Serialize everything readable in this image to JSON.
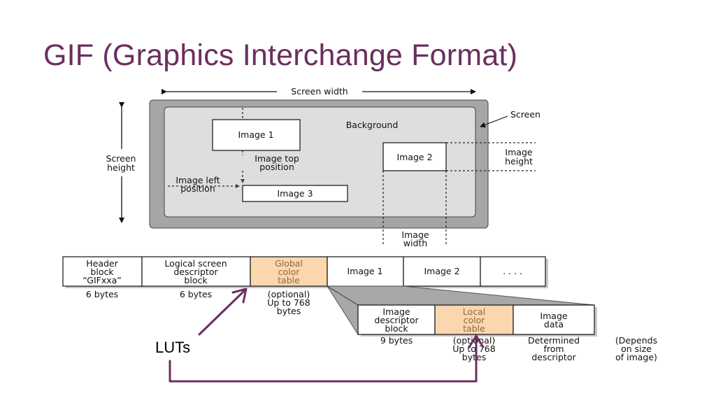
{
  "title": "GIF (Graphics Interchange Format)",
  "screen": {
    "width_label": "Screen width",
    "height_label": [
      "Screen",
      "height"
    ],
    "screen_label": "Screen",
    "background_label": "Background",
    "image1": "Image 1",
    "image2": "Image 2",
    "image3": "Image 3",
    "image_top_position": [
      "Image top",
      "position"
    ],
    "image_left_position": [
      "Image left",
      "position"
    ],
    "image_height": [
      "Image",
      "height"
    ],
    "image_width": [
      "Image",
      "width"
    ]
  },
  "blocks": [
    {
      "lines": [
        "Header",
        "block",
        "“GIFxxa”"
      ],
      "size": [
        "6 bytes"
      ]
    },
    {
      "lines": [
        "Logical screen",
        "descriptor",
        "block"
      ],
      "size": [
        "6 bytes"
      ]
    },
    {
      "lines": [
        "Global",
        "color",
        "table"
      ],
      "size": [
        "(optional)",
        "Up to 768",
        "bytes"
      ]
    },
    {
      "lines": [
        "Image 1"
      ],
      "size": []
    },
    {
      "lines": [
        "Image 2"
      ],
      "size": []
    },
    {
      "lines": [
        ". . . ."
      ],
      "size": []
    }
  ],
  "sub_blocks": [
    {
      "lines": [
        "Image",
        "descriptor",
        "block"
      ],
      "size": [
        "9 bytes"
      ]
    },
    {
      "lines": [
        "Local",
        "color",
        "table"
      ],
      "size": [
        "(optional)",
        "Up to 768",
        "bytes"
      ]
    },
    {
      "lines": [
        "Image",
        "data"
      ],
      "size": [
        "Determined",
        "from",
        "descriptor"
      ]
    }
  ],
  "depends_note": [
    "(Depends",
    "on size",
    "of image)"
  ],
  "luts_label": "LUTs",
  "colors": {
    "title": "#6b2e5f",
    "arrow": "#6b2e5f",
    "highlight": "#fbd7b0",
    "screen_frame": "#a6a6a6",
    "screen_bg": "#dedede"
  }
}
